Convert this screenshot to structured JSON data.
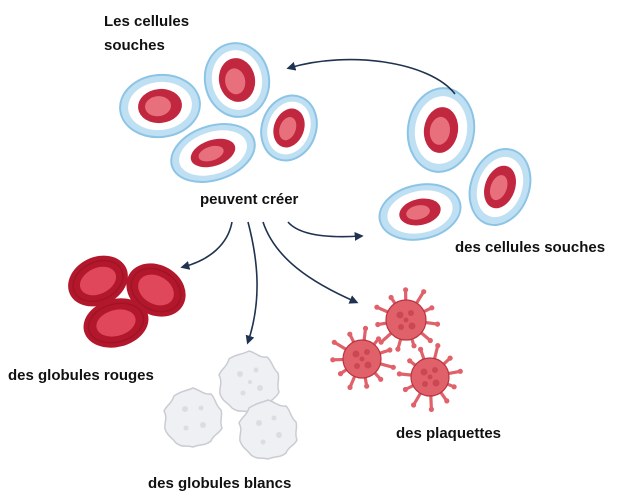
{
  "labels": {
    "stem_cells_line1": "Les cellules",
    "stem_cells_line2": "souches",
    "can_create": "peuvent créer",
    "more_stem_cells": "des cellules souches",
    "red_cells": "des globules rouges",
    "white_cells": "des globules blancs",
    "platelets": "des plaquettes"
  },
  "colors": {
    "stem_outer": "#bfe0f3",
    "stem_outer_stroke": "#8cc4e6",
    "stem_inner": "#ffffff",
    "nucleus_outer": "#c1273f",
    "nucleus_inner": "#e8707d",
    "red_cell": "#b3172c",
    "red_cell_center": "#e1475a",
    "white_cell": "#eef0f3",
    "white_cell_stroke": "#c9ccd2",
    "platelet": "#e0616a",
    "platelet_dark": "#b9343f",
    "arrow": "#1f3250"
  },
  "icons": {
    "stem_cell": "stem-cell-icon",
    "red_blood_cell": "red-blood-cell-icon",
    "white_blood_cell": "white-blood-cell-icon",
    "platelet": "platelet-icon",
    "arrow": "arrow-icon"
  }
}
